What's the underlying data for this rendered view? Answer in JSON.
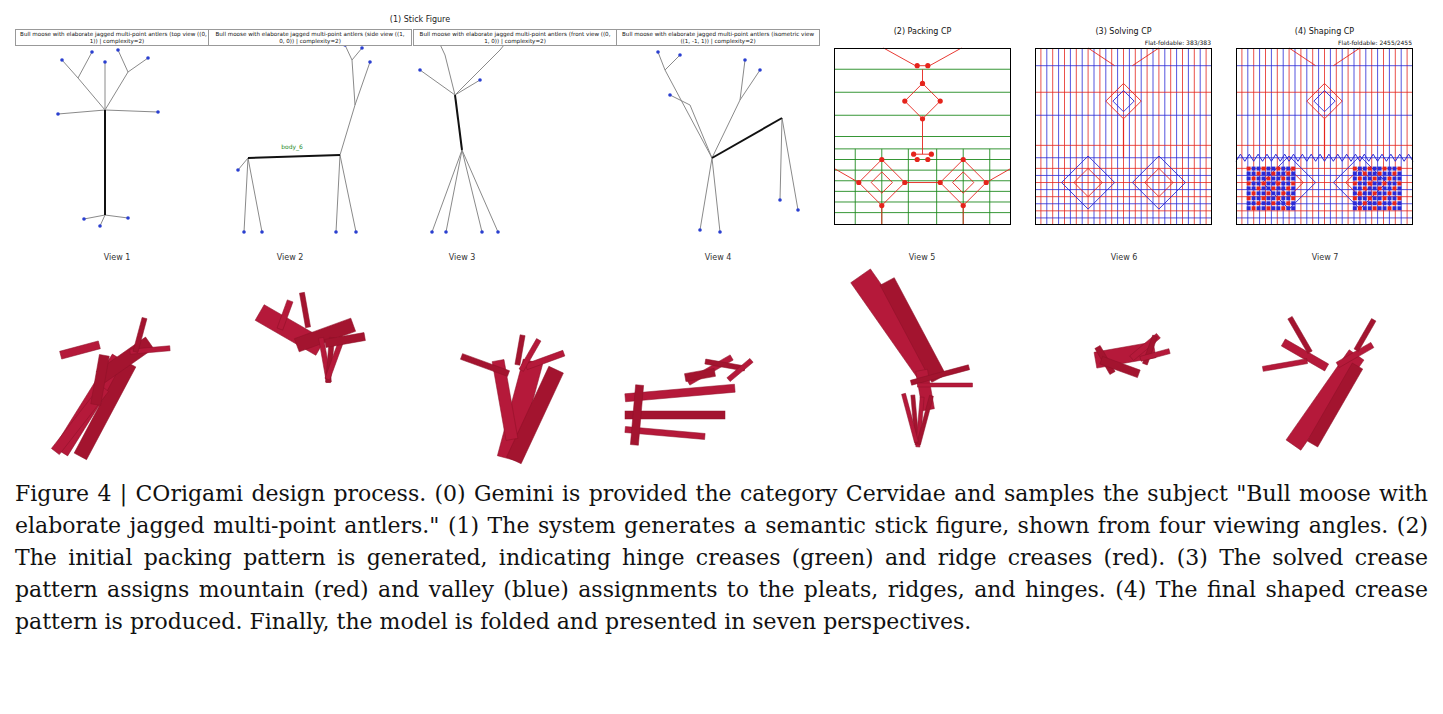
{
  "diagram": {
    "caption": "Figure 4 | COrigami design process. (0) Gemini is provided the category Cervidae and samples the subject \"Bull moose with elaborate jagged multi-point antlers.\" (1) The system generates a semantic stick figure, shown from four viewing angles. (2) The initial packing pattern is generated, indicating hinge creases (green) and ridge creases (red). (3) The solved crease pattern assigns mountain (red) and valley (blue) assignments to the pleats, ridges, and hinges. (4) The final shaped crease pattern is produced. Finally, the model is folded and presented in seven perspectives.",
    "nodes": [
      {
        "text": [
          "Bull moose with elaborate jagged multi-point antlers (top view ((0, 0, 1)) | complexity=2)"
        ]
      },
      {
        "text": [
          "Bull moose with elaborate jagged multi-point antlers (side view ((1, 0, 0)) | complexity=2)"
        ]
      },
      {
        "text": [
          "Bull moose with elaborate jagged multi-point antlers (front view ((0, 1, 0)) | complexity=2)"
        ]
      },
      {
        "text": [
          "Bull moose with elaborate jagged multi-point antlers (isometric view ((1, -1, 1)) | complexity=2)"
        ]
      },
      {
        "text": [
          "(2) Packing CP"
        ]
      },
      {
        "text": [
          "(3) Solving CP",
          "Flat-foldable: 383/383"
        ]
      },
      {
        "text": [
          "(4) Shaping CP",
          "Flat-foldable: 2455/2455"
        ]
      }
    ],
    "labels": [
      "(1) Stick Figure",
      "View 1",
      "View 2",
      "View 3",
      "View 4",
      "View 5",
      "View 6",
      "View 7",
      "body_6"
    ]
  }
}
